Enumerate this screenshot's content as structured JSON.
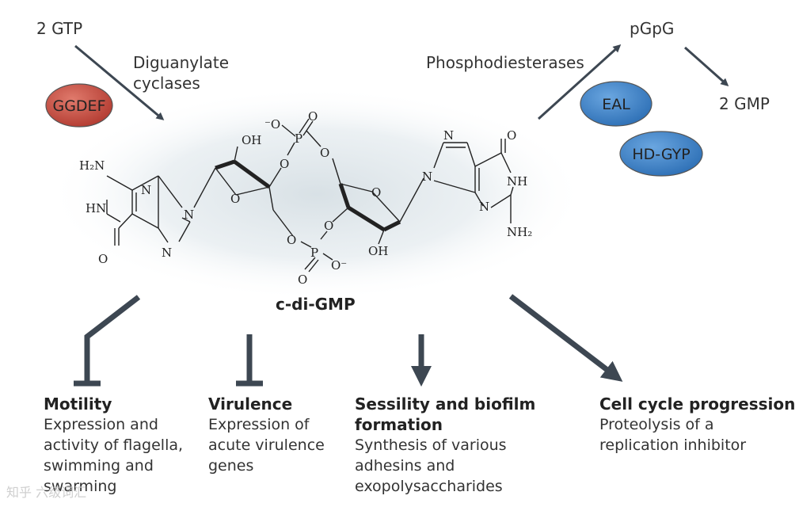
{
  "labels": {
    "gtp": "2 GTP",
    "cyclases": [
      "Diguanylate",
      "cyclases"
    ],
    "pde": "Phosphodiesterases",
    "pgpg": "pGpG",
    "gmp": "2 GMP",
    "molecule": "c-di-GMP"
  },
  "domains": {
    "ggdef": "GGDEF",
    "eal": "EAL",
    "hdgyp": "HD-GYP"
  },
  "colors": {
    "ggdef": "#c0463a",
    "eal": "#3d7fc4",
    "hdgyp": "#3d7fc4",
    "arrow": "#3d4752"
  },
  "outcomes": [
    {
      "title": [
        "Motility"
      ],
      "body": [
        "Expression and",
        "activity of flagella,",
        "swimming and",
        "swarming"
      ],
      "effect": "inhibits"
    },
    {
      "title": [
        "Virulence"
      ],
      "body": [
        "Expression of",
        "acute virulence",
        "genes"
      ],
      "effect": "inhibits"
    },
    {
      "title": [
        "Sessility and biofilm",
        "formation"
      ],
      "body": [
        "Synthesis of various",
        "adhesins and",
        "exopolysaccharides"
      ],
      "effect": "activates"
    },
    {
      "title": [
        "Cell cycle progression"
      ],
      "body": [
        "Proteolysis of a",
        "replication inhibitor"
      ],
      "effect": "activates"
    }
  ],
  "atoms": {
    "H2N": "H₂N",
    "N": "N",
    "HN": "HN",
    "O": "O",
    "NH": "NH",
    "NH2": "NH₂",
    "OH": "OH",
    "P": "P",
    "O_minus": "⁻O",
    "O_minus_r": "O⁻"
  },
  "watermark": "知乎 六级词汇"
}
